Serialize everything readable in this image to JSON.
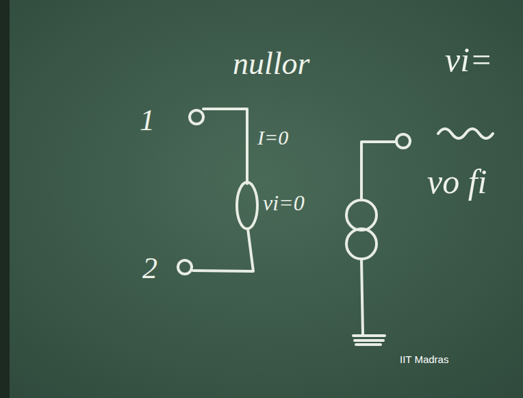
{
  "diagram": {
    "title": "nullor",
    "labels": [
      "1",
      "2",
      "I=0",
      "vi=0",
      "vi=",
      "vo fi",
      "IIT Madras"
    ]
  }
}
